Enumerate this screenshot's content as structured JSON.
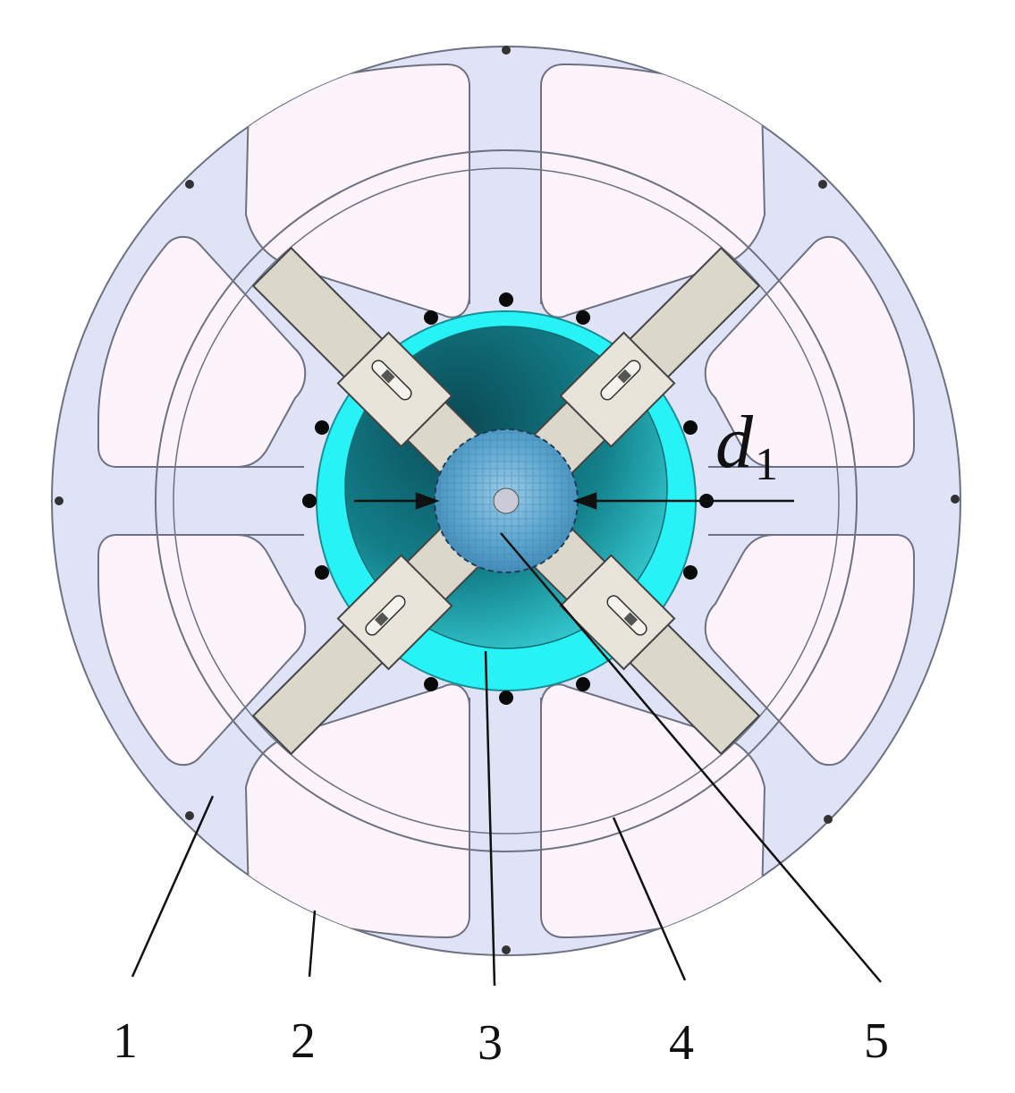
{
  "diagram": {
    "callouts": [
      {
        "id": "1",
        "text": "1"
      },
      {
        "id": "2",
        "text": "2"
      },
      {
        "id": "3",
        "text": "3"
      },
      {
        "id": "4",
        "text": "4"
      },
      {
        "id": "5",
        "text": "5"
      }
    ],
    "dimension": {
      "symbol": "d",
      "subscript": "1"
    },
    "colors": {
      "frame": "#dfe3f5",
      "frame_stroke": "#6d7182",
      "window_fill": "#fdf3fb",
      "hub_outer": "#27f3f7",
      "hub_dark": "#0b5660",
      "hub_mid": "#1fb6be",
      "arm_fill": "#dcd7cb",
      "arm_stroke": "#444444",
      "core": "#5aa5cf",
      "ink": "#111111"
    }
  }
}
